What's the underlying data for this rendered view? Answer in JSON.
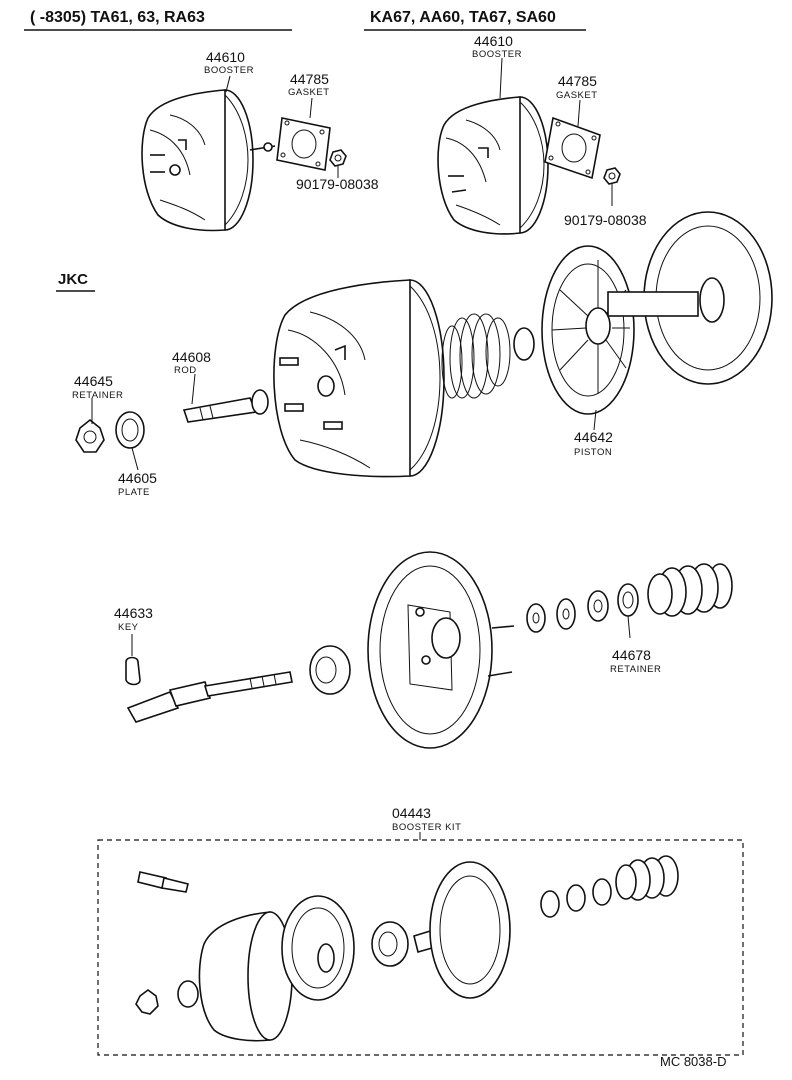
{
  "headers": {
    "left": "(      -8305) TA61, 63, RA63",
    "right": "KA67, AA60, TA67, SA60",
    "section": "JKC"
  },
  "parts": {
    "booster_left": {
      "number": "44610",
      "name": "BOOSTER"
    },
    "gasket_left": {
      "number": "44785",
      "name": "GASKET"
    },
    "nut_left": {
      "number": "90179-08038"
    },
    "booster_right": {
      "number": "44610",
      "name": "BOOSTER"
    },
    "gasket_right": {
      "number": "44785",
      "name": "GASKET"
    },
    "nut_right": {
      "number": "90179-08038"
    },
    "rod": {
      "number": "44608",
      "name": "ROD"
    },
    "retainer_jkc": {
      "number": "44645",
      "name": "RETAINER"
    },
    "plate": {
      "number": "44605",
      "name": "PLATE"
    },
    "piston": {
      "number": "44642",
      "name": "PISTON"
    },
    "key": {
      "number": "44633",
      "name": "KEY"
    },
    "retainer": {
      "number": "44678",
      "name": "RETAINER"
    },
    "kit": {
      "number": "04443",
      "name": "BOOSTER KIT"
    }
  },
  "footer": {
    "code": "MC  8038-D"
  }
}
